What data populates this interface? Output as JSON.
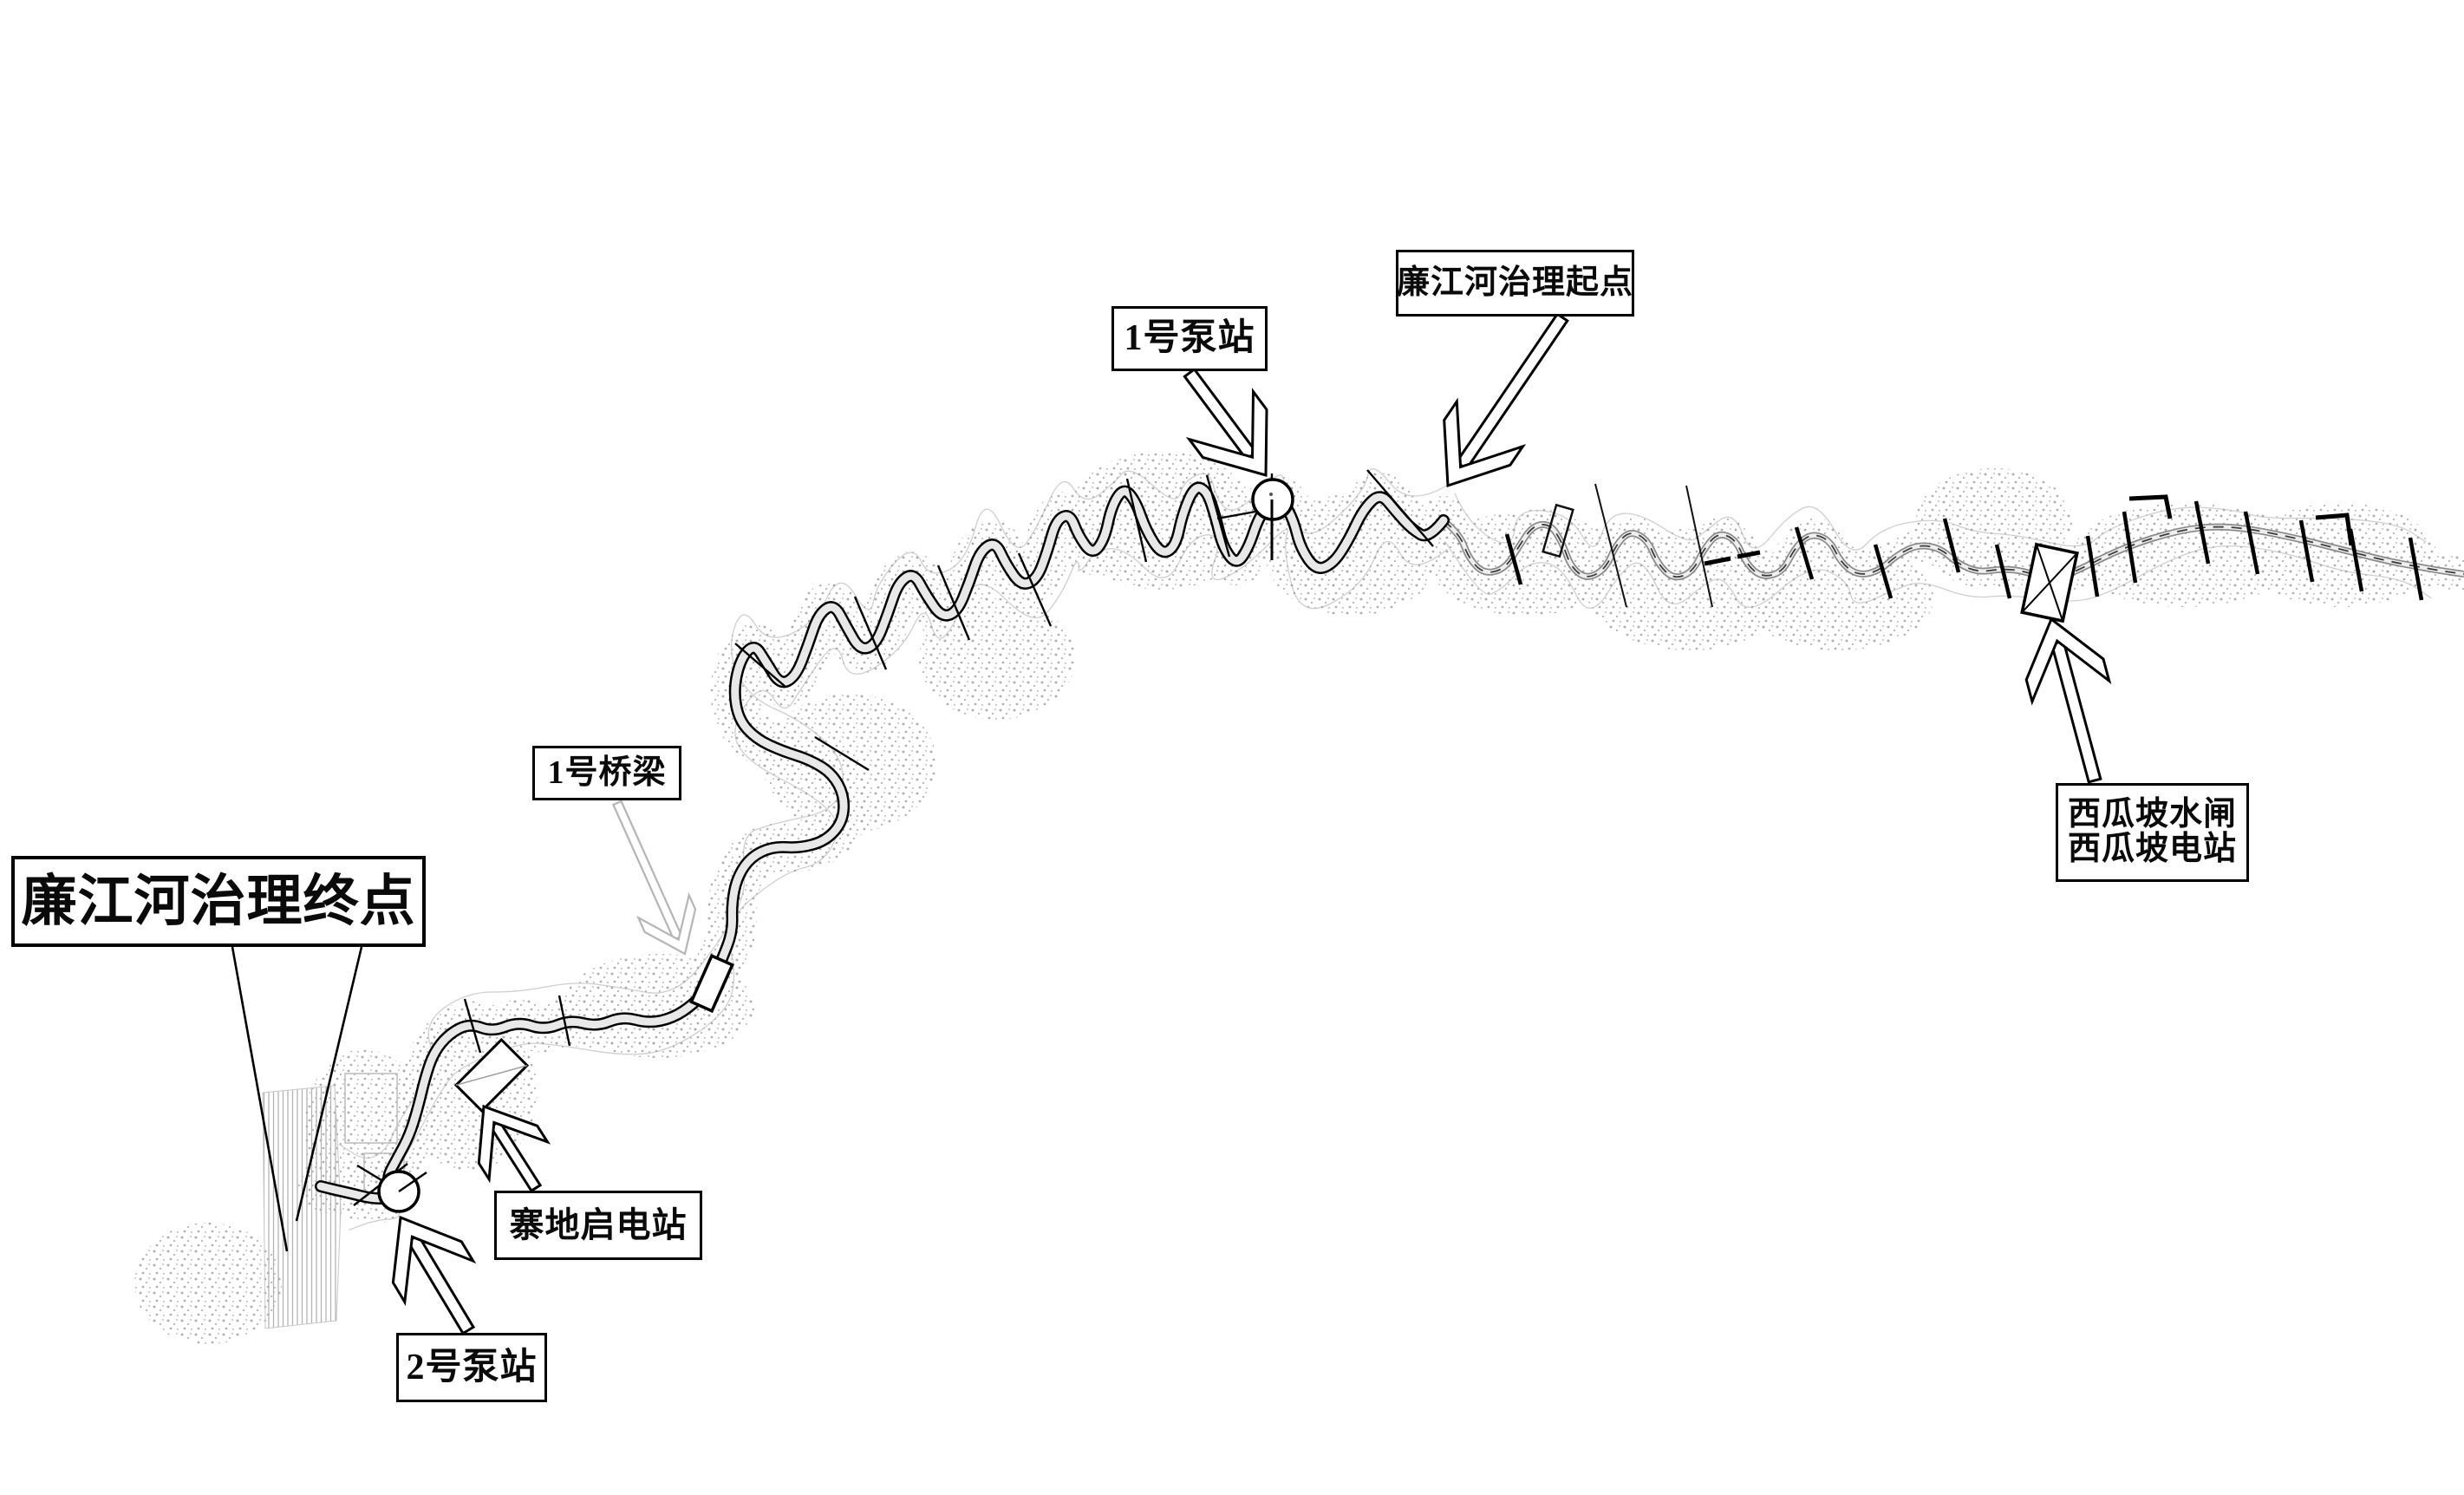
{
  "labels": {
    "treatment_end": "廉江河治理终点",
    "treatment_start": "廉江河治理起点",
    "pump_station_1": "1号泵站",
    "bridge_1": "1号桥梁",
    "pump_station_2": "2号泵站",
    "zhaidi_power_station": "寨地启电站",
    "xiguapo_sluice": "西瓜坡水闸",
    "xiguapo_power_station": "西瓜坡电站"
  },
  "symbols": {
    "pump_station": "circle-on-river",
    "sluice_gate": "rectangle-with-cross",
    "bridge": "rectangle-across-river",
    "power_station": "rotated-rectangle",
    "river_treated_reach": "double-black-line-channel",
    "river_upstream_reach": "thin-gray-channel-with-dashed-centerline",
    "receiving_river": "vertical-hatched-strip"
  },
  "colors": {
    "ink": "#000000",
    "river_interior": "#e8e8e8",
    "stipple_gray": "#b0b0b0",
    "upstream_line": "#8a8a8a",
    "leader_gray": "#b5b5b5",
    "background": "#ffffff"
  }
}
